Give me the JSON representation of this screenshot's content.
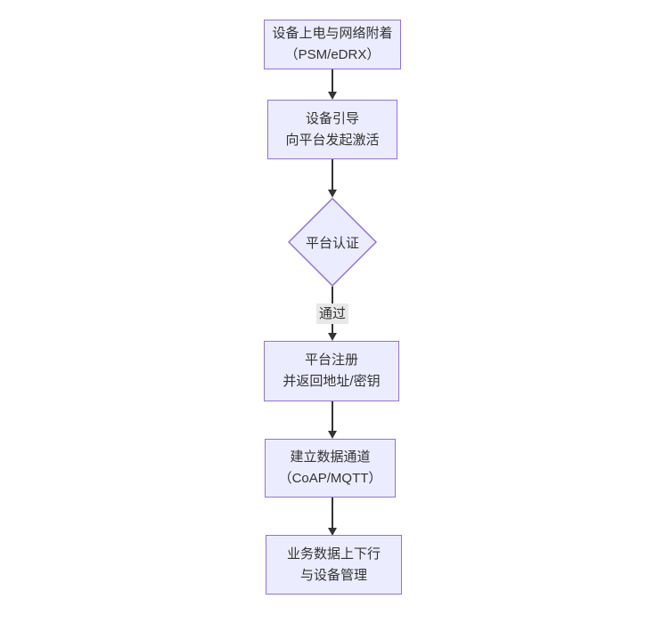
{
  "flowchart": {
    "type": "flowchart-vertical",
    "colors": {
      "background": "#ffffff",
      "node_fill": "#ECECFF",
      "node_border": "#9370DB",
      "text": "#333333",
      "edge": "#333333",
      "edge_label_bg": "#e8e8e8"
    },
    "nodes": [
      {
        "id": "power-attach",
        "shape": "rect",
        "lines": [
          "设备上电与网络附着",
          "（PSM/eDRX）"
        ]
      },
      {
        "id": "bootstrap",
        "shape": "rect",
        "lines": [
          "设备引导",
          "向平台发起激活"
        ]
      },
      {
        "id": "platform-auth",
        "shape": "diamond",
        "lines": [
          "平台认证"
        ]
      },
      {
        "id": "platform-register",
        "shape": "rect",
        "lines": [
          "平台注册",
          "并返回地址/密钥"
        ]
      },
      {
        "id": "data-channel",
        "shape": "rect",
        "lines": [
          "建立数据通道",
          "（CoAP/MQTT）"
        ]
      },
      {
        "id": "business-data",
        "shape": "rect",
        "lines": [
          "业务数据上下行",
          "与设备管理"
        ]
      }
    ],
    "edges": [
      {
        "from": "power-attach",
        "to": "bootstrap",
        "label": ""
      },
      {
        "from": "bootstrap",
        "to": "platform-auth",
        "label": ""
      },
      {
        "from": "platform-auth",
        "to": "platform-register",
        "label": "通过"
      },
      {
        "from": "platform-register",
        "to": "data-channel",
        "label": ""
      },
      {
        "from": "data-channel",
        "to": "business-data",
        "label": ""
      }
    ]
  }
}
